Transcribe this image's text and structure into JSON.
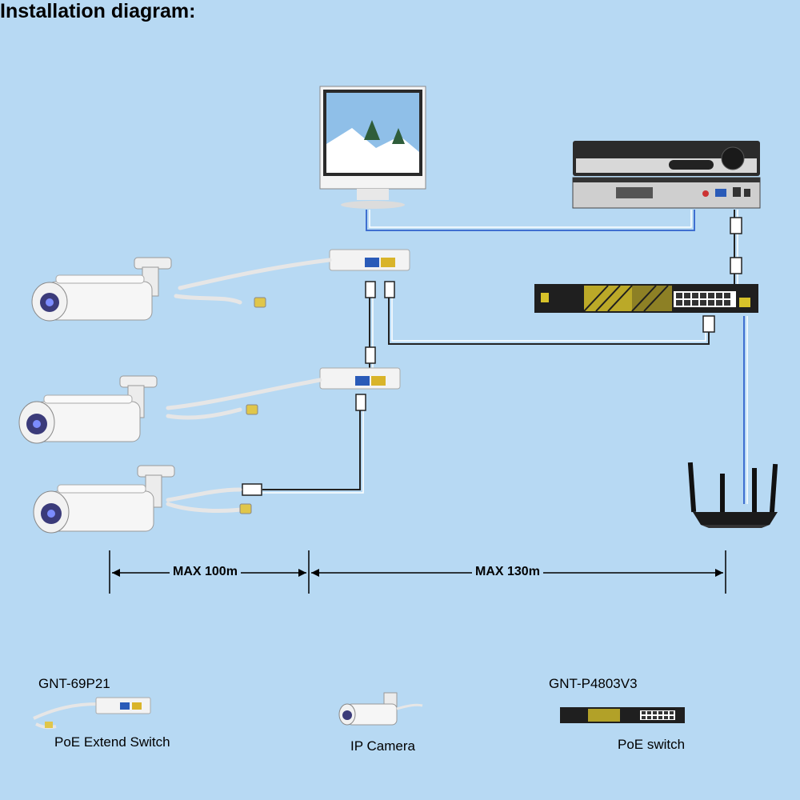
{
  "title": "Installation diagram:",
  "distances": {
    "left": "MAX 100m",
    "right": "MAX  130m"
  },
  "legend": {
    "extender_model": "GNT-69P21",
    "extender_name": "PoE Extend Switch",
    "camera_name": "IP Camera",
    "switch_model": "GNT-P4803V3",
    "switch_name": "PoE switch"
  },
  "colors": {
    "background": "#b7d9f3",
    "cable_blue": "#3f6fd0",
    "cable_dark": "#222222",
    "switch_accent": "#d7c22a"
  }
}
